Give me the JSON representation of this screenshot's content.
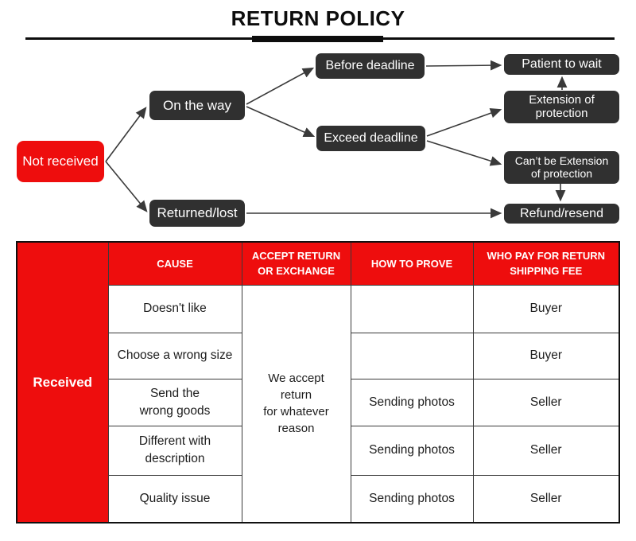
{
  "title": "RETURN POLICY",
  "colors": {
    "accent_red": "#ee0d0d",
    "node_dark": "#303030",
    "line": "#3a3a3a"
  },
  "flowchart": {
    "nodes": {
      "not_received": {
        "label": "Not received"
      },
      "on_the_way": {
        "label": "On the way"
      },
      "returned_lost": {
        "label": "Returned/lost"
      },
      "before_deadline": {
        "label": "Before deadline"
      },
      "exceed_deadline": {
        "label": "Exceed deadline"
      },
      "patient_to_wait": {
        "label": "Patient to wait"
      },
      "extension_of_protection": {
        "label": "Extension of\nprotection"
      },
      "cant_be_extension": {
        "label": "Can’t be Extension\nof protection"
      },
      "refund_resend": {
        "label": "Refund/resend"
      }
    }
  },
  "table": {
    "row_header": "Received",
    "columns": [
      "CAUSE",
      "ACCEPT RETURN\nOR EXCHANGE",
      "HOW TO PROVE",
      "WHO PAY FOR RETURN\nSHIPPING FEE"
    ],
    "accept_note": "We accept\nreturn\nfor whatever\nreason",
    "rows": [
      {
        "cause": "Doesn't like",
        "prove": "",
        "payer": "Buyer"
      },
      {
        "cause": "Choose a wrong size",
        "prove": "",
        "payer": "Buyer"
      },
      {
        "cause": "Send the\nwrong goods",
        "prove": "Sending photos",
        "payer": "Seller"
      },
      {
        "cause": "Different with\ndescription",
        "prove": "Sending photos",
        "payer": "Seller"
      },
      {
        "cause": "Quality issue",
        "prove": "Sending photos",
        "payer": "Seller"
      }
    ]
  }
}
